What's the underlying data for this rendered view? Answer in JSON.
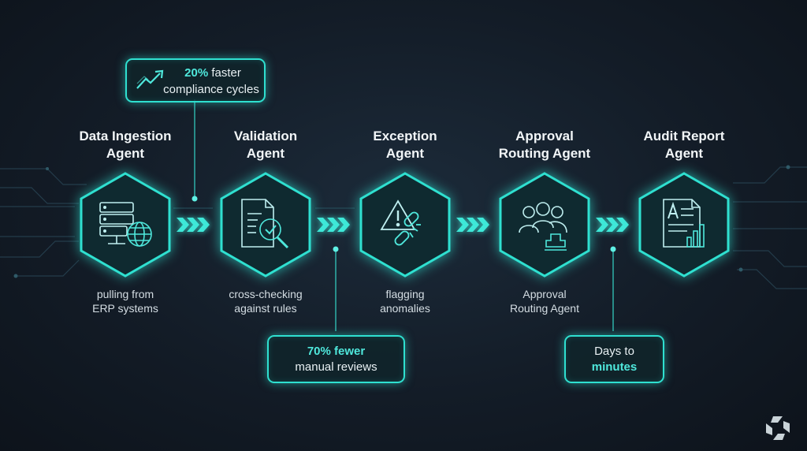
{
  "callouts": {
    "top": {
      "highlight": "20%",
      "rest": " faster",
      "line2": "compliance cycles",
      "icon": "trend-up-arrow-icon"
    },
    "middle": {
      "highlight": "70% fewer",
      "line2": "manual reviews"
    },
    "right": {
      "line1": "Days to",
      "highlight": "minutes"
    }
  },
  "stages": [
    {
      "title_line1": "Data Ingestion",
      "title_line2": "Agent",
      "desc_line1": "pulling from",
      "desc_line2": "ERP systems",
      "icon": "server-globe-icon"
    },
    {
      "title_line1": "Validation",
      "title_line2": "Agent",
      "desc_line1": "cross-checking",
      "desc_line2": "against rules",
      "icon": "document-magnifier-check-icon"
    },
    {
      "title_line1": "Exception",
      "title_line2": "Agent",
      "desc_line1": "flagging",
      "desc_line2": "anomalies",
      "icon": "warning-broken-link-icon"
    },
    {
      "title_line1": "Approval",
      "title_line2": "Routing Agent",
      "desc_line1": "Approval",
      "desc_line2": "Routing Agent",
      "icon": "people-stamp-icon"
    },
    {
      "title_line1": "Audit Report",
      "title_line2": "Agent",
      "desc_line1": "",
      "desc_line2": "",
      "icon": "report-chart-icon"
    }
  ],
  "colors": {
    "accent": "#2fe0d0",
    "accent_text": "#4fe8dc",
    "background": "#131c27",
    "hex_fill": "#0f2a30"
  },
  "logo": "octagon-logo-icon"
}
